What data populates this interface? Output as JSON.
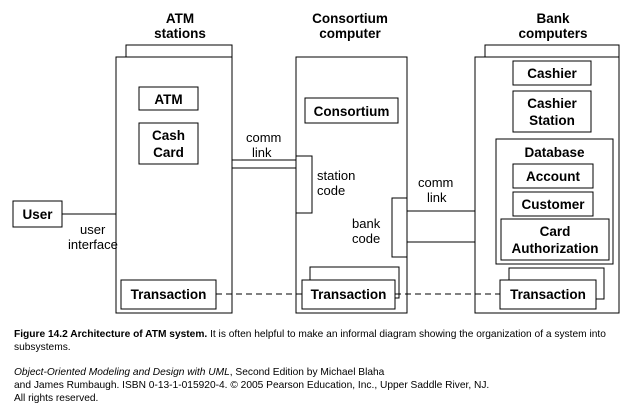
{
  "atm": {
    "title_line1": "ATM",
    "title_line2": "stations",
    "atm_label": "ATM",
    "cash_card_line1": "Cash",
    "cash_card_line2": "Card",
    "transaction_label": "Transaction"
  },
  "consortium": {
    "title_line1": "Consortium",
    "title_line2": "computer",
    "consortium_label": "Consortium",
    "transaction_label": "Transaction",
    "station_code_line1": "station",
    "station_code_line2": "code",
    "bank_code_line1": "bank",
    "bank_code_line2": "code"
  },
  "bank": {
    "title_line1": "Bank",
    "title_line2": "computers",
    "cashier_label": "Cashier",
    "cashier_station_line1": "Cashier",
    "cashier_station_line2": "Station",
    "database_label": "Database",
    "account_label": "Account",
    "customer_label": "Customer",
    "card_auth_line1": "Card",
    "card_auth_line2": "Authorization",
    "transaction_label": "Transaction"
  },
  "user": {
    "label": "User",
    "interface_line1": "user",
    "interface_line2": "interface"
  },
  "links": {
    "comm_link_left_line1": "comm",
    "comm_link_left_line2": "link",
    "comm_link_right_line1": "comm",
    "comm_link_right_line2": "link"
  },
  "caption": {
    "figure_label": "Figure 14.2  Architecture of ATM system.",
    "text": " It is often helpful to make an informal diagram showing the organization of a system into subsystems."
  },
  "credit": {
    "book_title": "Object-Oriented Modeling and Design with UML",
    "line1_rest": ", Second Edition by Michael Blaha",
    "line2": "and James Rumbaugh. ISBN 0-13-1-015920-4. © 2005 Pearson Education, Inc., Upper Saddle River, NJ.",
    "line3": "All rights reserved."
  }
}
